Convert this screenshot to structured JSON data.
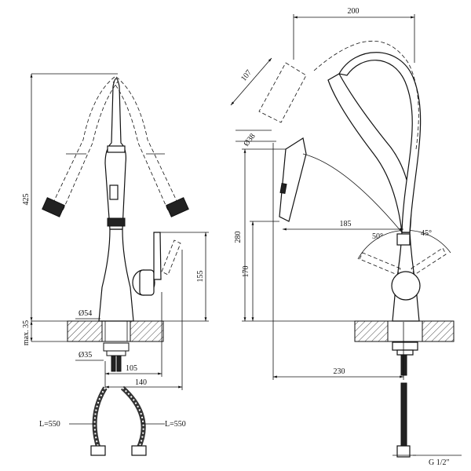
{
  "left_view": {
    "height_total": "425",
    "height_lever": "155",
    "max_thickness": "max. 35",
    "diameter_base": "Ø54",
    "diameter_shank": "Ø35",
    "reach_105": "105",
    "reach_140": "140",
    "hose_left": "L=550",
    "hose_right": "L=550"
  },
  "right_view": {
    "width_top": "200",
    "pullout_length": "107",
    "head_diameter": "Ø38",
    "height_spout": "280",
    "height_lever": "170",
    "reach_185": "185",
    "angle_left": "50°",
    "angle_right": "45°",
    "width_bottom": "230",
    "thread": "G 1/2\""
  }
}
